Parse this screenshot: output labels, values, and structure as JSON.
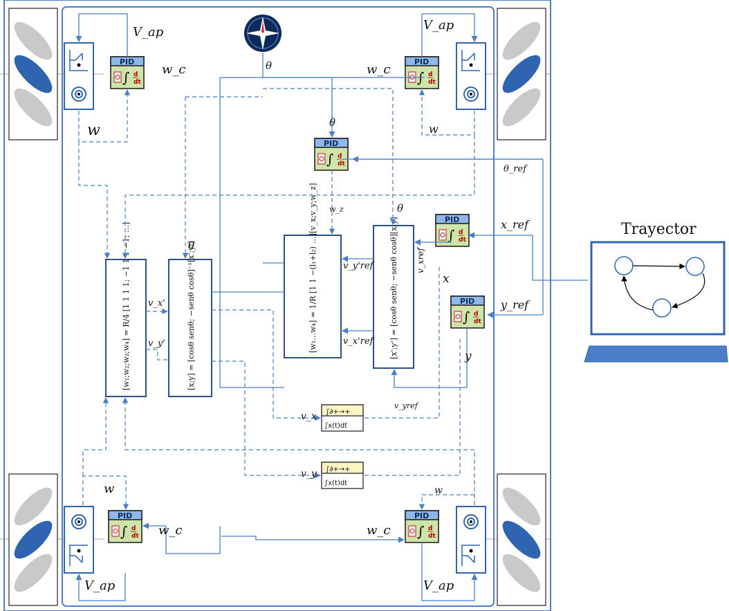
{
  "pid_label": "PID",
  "pid_symbol": "∫",
  "deriv_label": "d/dt",
  "integrator": {
    "top": "∫∂+→+",
    "bottom": "∫x(t)dt"
  },
  "labels": {
    "vap": "V_ap",
    "wc": "w_c",
    "w": "w",
    "theta": "θ",
    "theta_ref": "θ_ref",
    "x_ref": "x_ref",
    "y_ref": "y_ref",
    "wz": "w_z",
    "x": "x",
    "y": "y",
    "vx": "v_x",
    "vy": "v_y",
    "vx_prime": "v_x'",
    "vy_prime": "v_y'",
    "vy_prime_ref": "v_y'ref",
    "vx_prime_ref": "v_x'ref",
    "vxref": "v_xref",
    "vyref": "v_yref"
  },
  "trajectory": {
    "title": "Trayector"
  },
  "matrices": {
    "inverse_kinematics_left": "[w1;w2;w3;w4] = R/4 [1 1 1 1; -1 1 1 -1; 1/(l1+l2) ...]",
    "rotation_inverse": "[x; y] = [cosθ senθ; -senθ cosθ]^-1 [x'; y']",
    "wheel_kinematics": "[w1;w2;w3;w4] = 1/R [1 1 -(l1+l2); 1 -1 l1+l2; 1 -1 -(l1+l2); 1 1 l1+l2] [vx; vy; wz]",
    "rotation": "[x'; y'] = [cosθ senθ; -senθ cosθ] [x; y]"
  },
  "colors": {
    "line": "#4a7fc8",
    "wheel_blue": "#2f64b0",
    "wheel_gray": "#c8c8c8",
    "pid_header": "#8fb8ea",
    "pid_body": "#cfe4a8",
    "integ_header": "#fff3c4"
  }
}
